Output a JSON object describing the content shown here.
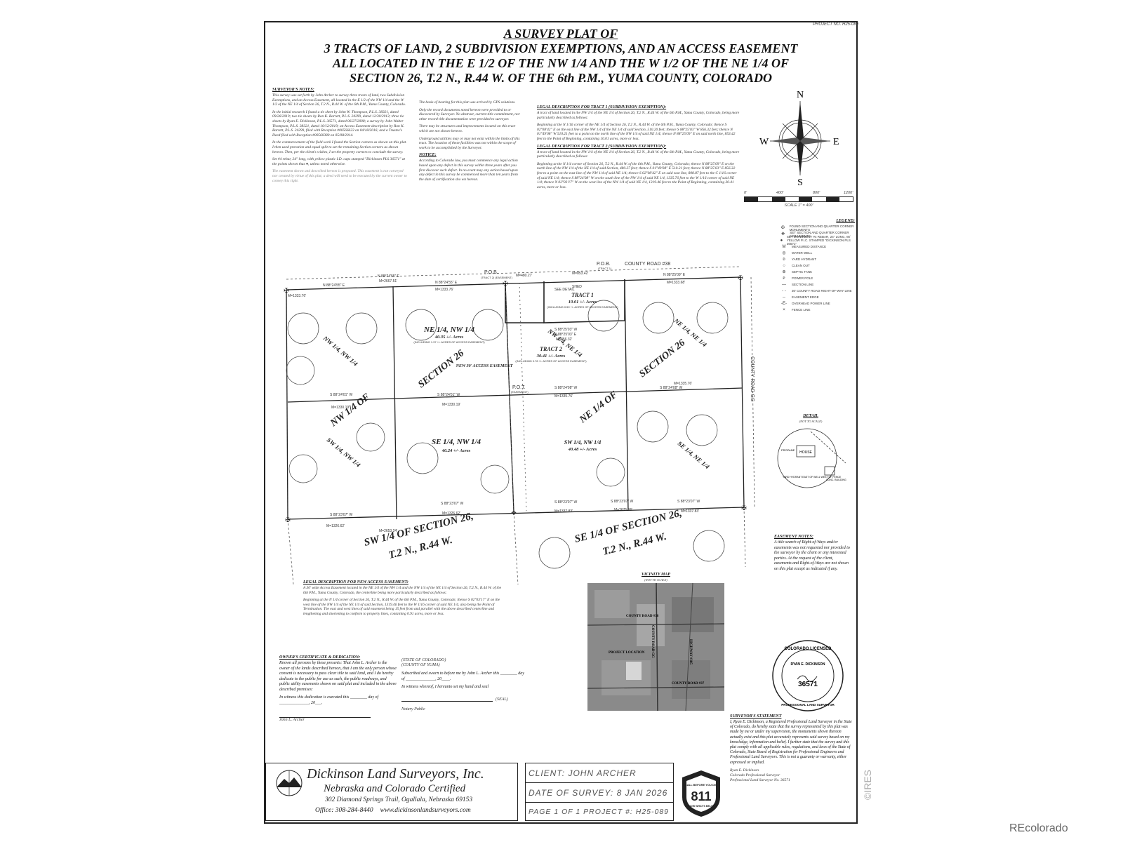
{
  "project_no": "PROJECT NO. H25-089",
  "title": {
    "line1": "A SURVEY PLAT OF",
    "line2": "3 TRACTS OF LAND, 2 SUBDIVISION EXEMPTIONS, AND AN ACCESS EASEMENT",
    "line3": "ALL LOCATED IN THE E 1/2 OF THE NW 1/4 AND THE W 1/2 OF THE NE 1/4 OF",
    "line4": "SECTION 26, T.2 N., R.44 W. OF THE 6th P.M., YUMA COUNTY, COLORADO"
  },
  "surveyors_notes": {
    "heading": "SURVEYOR'S NOTES:",
    "p1": "This survey was set forth by John Archer to survey three tracts of land, two Subdivision Exemptions, and an Access Easement, all located in the E 1/2 of the NW 1/4 and the W 1/2 of the NE 1/4 of Section 26, T.2 N., R.44 W. of the 6th P.M., Yuma County, Colorado.",
    "p2": "In the initial research I found a tie sheet by John W. Thompson, P.L.S. 38321, dated 09/26/2019; two tie sheets by Ron K. Barrett, P.L.S. 24299, dated 12/30/2013; three tie sheets by Ryan E. Dickinson, P.L.S. 36571, dated 06/27/2008; a survey by John Walter Thompson, P.L.S. 38321, dated 10/12/2019; an Access Easement description by Ron K. Barrett, P.L.S. 24299, filed with Reception #00566623 on 04/18/2016; and a Trustee's Deed filed with Reception #00560380 on 05/08/2014.",
    "p3": "In the commencement of the field work I found the Section corners as shown on this plat. I then used proration and equal split to set the remaining Section corners as shown hereon. Then, per the client's wishes, I set the property corners to conclude the survey.",
    "p4": "Set #4 rebar, 24\" long, with yellow plastic I.D. caps stamped \"Dickinson PLS 36571\" at the points shown thus  ●, unless noted otherwise.",
    "p5": "The easement shown and described hereon is proposed. This easement is not conveyed nor created by virtue of this plat; a deed will need to be executed by the current owner to convey this right."
  },
  "basis_notes": {
    "p1": "The basis of bearing for this plat was arrived by GPS solutions.",
    "p2": "Only the record documents noted hereon were provided to or discovered by Surveyor. No abstract, current title commitment, nor other record title documentation were provided to surveyor.",
    "p3": "There may be structures and improvements located on this tract which are not shown hereon.",
    "p4": "Underground utilities may or may not exist within the limits of this tract. The location of these facilities was not within the scope of work to be accomplished by the Surveyor.",
    "notice_heading": "NOTICE:",
    "notice": "According to Colorado law, you must commence any legal action based upon any defect in this survey within three years after you first discover such defect. In no event may any action based upon any defect in this survey be commenced more than ten years from the date of certification sho wn hereon."
  },
  "tract1": {
    "heading": "LEGAL DESCRIPTION FOR TRACT 1 (SUBDIVISION EXEMPTION):",
    "p1": "A tract of land located in the NW 1/4 of the NE 1/4 of Section 26, T.2 N., R.44 W. of the 6th P.M., Yuma County, Colorado, being more particularly described as follows:",
    "p2": "Beginning at the N 1/16 corner of the NE 1/4 of Section 26, T.2 N., R.44 W. of the 6th P.M., Yuma County, Colorado; thence S 02°08'42\" E on the east line of the NW 1/4 of the NE 1/4 of said Section, 510.20 feet; thence S 88°25'03\" W 856.32 feet; thence N 01°49'08\" W 510.21 feet to a point on the north line of the NW 1/4 of said NE 1/4; thence N 88°25'09\" E on said north line, 853.42 feet to the Point of Beginning, containing 10.01 acres, more or less."
  },
  "tract2": {
    "heading": "LEGAL DESCRIPTION FOR TRACT 2 (SUBDIVISION EXEMPTION):",
    "p1": "A tract of land located in the NW 1/4 of the NE 1/4 of Section 26, T.2 N., R.44 W. of the 6th P.M., Yuma County, Colorado, being more particularly described as follows:",
    "p2": "Beginning at the N 1/4 corner of Section 26, T.2 N., R.44 W. of the 6th P.M., Yuma County, Colorado; thence N 88°25'09\" E on the north line of the NW 1/4 of the NE 1/4 of said Section, 480.27 feet; thence S 01°49'08\" E 510.21 feet; thence N 88°25'03\" E 856.32 feet to a point on the east line of the NW 1/4 of said NE 1/4; thence S 02°08'42\" E on said east line, 808.87 feet to the C 1/16 corner of said NE 1/4; thence S 88°24'08\" W on the south line of the NW 1/4 of said NE 1/4, 1335.76 feet to the W 1/16 corner of said NE 1/4; thence N 02°03'17\" W on the west line of the NW 1/4 of said NE 1/4, 1319.46 feet to the Point of Beginning, containing 30.41 acres, more or less."
  },
  "compass": {
    "n": "N",
    "s": "S",
    "e": "E",
    "w": "W"
  },
  "scale": {
    "t0": "0'",
    "t1": "400'",
    "t2": "800'",
    "t3": "1200'",
    "label": "SCALE  1\" = 400'"
  },
  "legend": {
    "heading": "LEGEND:",
    "items": [
      {
        "sym": "✠",
        "text": "FOUND SECTION AND QUARTER CORNER MONUMENTS"
      },
      {
        "sym": "✥",
        "text": "SET SECTION AND QUARTER CORNER MONUMENTS"
      },
      {
        "sym": "●",
        "text": "SET MONUMENT #4 REBAR, 24\" LONG, W/ YELLOW P.I.C. STAMPED \"DICKINSON PLS 36571\""
      },
      {
        "sym": "M",
        "text": "MEASURED DISTANCE"
      },
      {
        "sym": "◎",
        "text": "WATER WELL"
      },
      {
        "sym": "ᴅ",
        "text": "YARD HYDRANT"
      },
      {
        "sym": "○",
        "text": "CLEAN OUT"
      },
      {
        "sym": "⊕",
        "text": "SEPTIC TANK"
      },
      {
        "sym": "ᴘ",
        "text": "POWER POLE"
      },
      {
        "sym": "—",
        "text": "SECTION LINE"
      },
      {
        "sym": "- -",
        "text": "30' COUNTY ROAD RIGHT-OF-WAY LINE"
      },
      {
        "sym": "--",
        "text": "EASEMENT EDGE"
      },
      {
        "sym": "-E-",
        "text": "OVERHEAD POWER LINE"
      },
      {
        "sym": "×",
        "text": "FENCE LINE"
      }
    ]
  },
  "plat": {
    "county_road_38": "COUNTY ROAD #38",
    "county_road_gg": "COUNTY ROAD GG",
    "pob_tract2": "P.O.B.",
    "pob_tract2_sub": "(TRACT 2) (EASEMENT)",
    "pob_tract1": "P.O.B.",
    "pob_tract1_sub": "(TRACT 1)",
    "pot": "P.O.T.",
    "pot_sub": "(EASEMENT)",
    "tract1": "TRACT 1",
    "tract1_acres": "10.01 +/- Acres",
    "tract1_incl": "(INCLUDING 0.59 +/- ACRES OF ACCESS EASEMENT)",
    "tract2": "TRACT 2",
    "tract2_acres": "30.41 +/- Acres",
    "tract2_incl": "(INCLUDING 0.78 +/- ACRES OF ACCESS EASEMENT)",
    "ne_nw": "NE 1/4, NW 1/4",
    "ne_nw_acres": "40.35 +/- Acres",
    "ne_nw_incl": "(INCLUDING 1.37 +/- ACRES OF ACCESS EASEMENT)",
    "se_nw": "SE 1/4, NW 1/4",
    "se_nw_acres": "40.24 +/- Acres",
    "sw_ne": "SW 1/4, NW 1/4",
    "sw_ne_acres": "40.48 +/- Acres",
    "easement": "NEW 30' ACCESS EASEMENT",
    "nw_of_section": "NW 1/4 OF",
    "section26_left": "SECTION 26",
    "nw_nw": "NW 1/4, NW 1/4",
    "sw_nw": "SW 1/4, NW 1/4",
    "ne_1_4_of": "NE 1/4 OF",
    "nw_ne": "NW 1/4, NE 1/4",
    "section26_right": "SECTION 26",
    "ne_ne": "NE 1/4, NE 1/4",
    "se_ne": "SE 1/4, NE 1/4",
    "sw_section": "SW 1/4 OF SECTION 26,",
    "sw_section2": "T.2 N., R.44 W.",
    "se_section": "SE 1/4 OF SECTION 26,",
    "se_section2": "T.2 N., R.44 W.",
    "brg_top_left": "N 88°24'55\" E",
    "brg_top_left_m": "M=1333.76'",
    "brg_top_mid": "N 88°24'55\" E",
    "brg_top_mid2": "M=2667.51'",
    "brg_top_mid_m": "M=1333.76'",
    "brg_top_right": "N 88°25'09\" E",
    "brg_top_right_m": "M=1333.68'",
    "brg_mid_left": "S 88°24'01\" W",
    "brg_mid_left_m": "M=1330.19'",
    "brg_mid_center": "S 88°24'01\" W",
    "brg_mid_right": "S 88°24'08\" W",
    "brg_mid_right_m": "M=1335.76'",
    "brg_bot_left": "S 88°23'07\" W",
    "brg_bot_left_m": "M=1326.62'",
    "brg_bot_left2": "M=2653.24'",
    "brg_bot_center": "S 88°23'07\" W",
    "brg_bot_center_m": "M=1326.62'",
    "brg_bot_right": "S 88°23'07\" W",
    "brg_bot_right_m": "M=1337.83'",
    "brg_bot_right2": "M=2675.66'",
    "tract1_brg": "S 88°25'03\" W",
    "tract1_brg2": "N 88°25'03\" E",
    "tract1_m": "M=856.32'",
    "m480": "M=480.27'",
    "m853": "M=853.42'",
    "detail_see": "SEE DETAIL",
    "shed": "SHED"
  },
  "detail": {
    "heading": "DETAIL",
    "sub": "(NOT TO SCALE)",
    "house": "HOUSE",
    "propane": "PROPANE",
    "yard": "YARD HYDRANT EAST OF WELL WEST OF FENCE",
    "conc": "CONC. BUILDING"
  },
  "easement_notes": {
    "heading": "EASEMENT NOTES:",
    "text": "A title search of Right-of-Ways and/or easements was not requested nor provided to the surveyor by the client or any interested parties. At the request of the client, easements and Right-of-Ways are not shown on this plat except as indicated if any."
  },
  "access_easement": {
    "heading": "LEGAL DESCRIPTION FOR NEW ACCESS EASEMENT:",
    "p1": "A 30' wide Access Easement located in the NE 1/4 of the NW 1/4 and the NW 1/4 of the NE 1/4 of Section 26, T.2 N., R.44 W. of the 6th P.M., Yuma County, Colorado, the centerline being more particularly described as follows:",
    "p2": "Beginning at the N 1/4 corner of Section 26, T.2 N., R.44 W. of the 6th P.M., Yuma County, Colorado; thence S 02°03'17\" E on the west line of the NW 1/4 of the NE 1/4 of said Section, 1319.46 feet to the W 1/16 corner of said NE 1/4, also being the Point of Termination. The east and west lines of said easement being 15 feet from and parallel with the above described centerline and lengthening and shortening to conform to property lines, containing 0.91 acres, more or less."
  },
  "vicinity": {
    "heading": "VICINITY MAP",
    "sub": "(NOT TO SCALE)",
    "cr38": "COUNTY ROAD #38",
    "project": "PROJECT LOCATION",
    "crgg": "COUNTY ROAD GG",
    "hwy": "HIGHWAY #385",
    "cr37": "COUNTY ROAD #37"
  },
  "owners": {
    "heading": "OWNER'S CERTIFICATE & DEDICATION:",
    "p1": "Known all persons by these presents: That John L. Archer is the owner of the lands described hereon, that I am the only person whose consent is necessary to pass clear title to said land, and I do hereby dedicate to the public for use as such, the public roadways, and public utility easements shown on said plat and included in the above described premises:",
    "p2": "In witness this dedication is executed this ________ day of ______________, 20___.",
    "sig": "John L. Archer"
  },
  "notary": {
    "state": "(STATE OF COLORADO)",
    "county": "(COUNTY OF YUMA)",
    "p1": "Subscribed and sworn to before me by John L. Archer this ________ day of ______________, 20____.",
    "p2": "In witness whereof, I hereunto set my hand and seal",
    "seal": "(SEAL)",
    "public": "Notary Public"
  },
  "surveyor_statement": {
    "heading": "SURVEYOR'S STATEMENT",
    "text": "I, Ryan E. Dickinson, a Registered Professional Land Surveyor in the State of Colorado, do hereby state that the survey represented by this plat was made by me or under my supervision, the monuments shown thereon actually exist and this plat accurately represents said survey based on my knowledge, information and belief. I further state that the survey and this plat comply with all applicable rules, regulations, and laws of the State of Colorado, State Board of Registration for Professional Engineers and Professional Land Surveyors. This is not a guaranty or warranty, either expressed or implied.",
    "sig1": "Ryan E. Dickinson",
    "sig2": "Colorado Professional Surveyor",
    "sig3": "Professional Land Surveyor No. 36571"
  },
  "seal": {
    "top": "COLORADO LICENSED",
    "name": "RYAN E. DICKINSON",
    "no": "36571",
    "bottom": "PROFESSIONAL LAND SURVEYOR"
  },
  "firm": {
    "name": "Dickinson Land Surveyors, Inc.",
    "cert": "Nebraska and Colorado Certified",
    "address": "302 Diamond Springs Trail, Ogallala, Nebraska 69153",
    "office": "Office: 308-284-8440",
    "web": "www.dickinsonlandsurveyors.com"
  },
  "title_block": {
    "client": "CLIENT: JOHN ARCHER",
    "date": "DATE OF SURVEY: 8 JAN 2026",
    "page": "PAGE 1 OF 1  PROJECT #: H25-089"
  },
  "call811": {
    "num": "811",
    "top": "CALL BEFORE YOU DIG",
    "bottom": "KNOW WHAT'S BELOW"
  },
  "watermark": {
    "ires": "©IRES",
    "recolorado": "REcolorado"
  },
  "colors": {
    "ink": "#111111",
    "line": "#222222",
    "aerial": "#8a8a8a"
  }
}
